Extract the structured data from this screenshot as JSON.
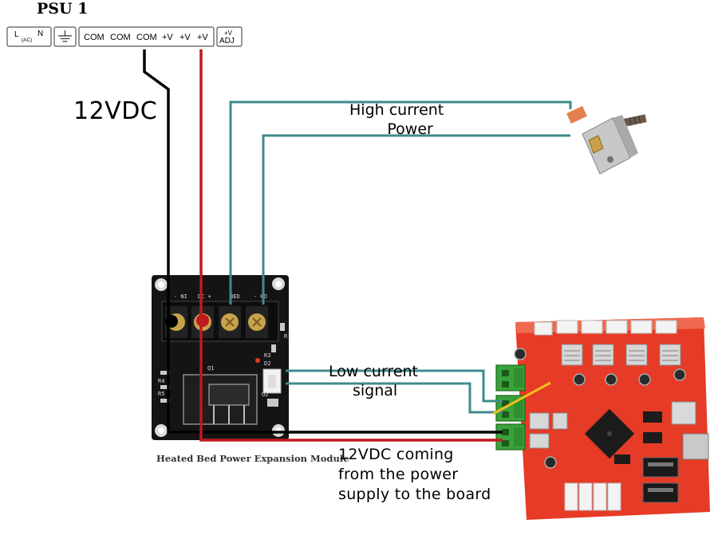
{
  "psu": {
    "title": "PSU 1",
    "terminals": {
      "l": "L",
      "ac": "(AC)",
      "n": "N",
      "com1": "COM",
      "com2": "COM",
      "com3": "COM",
      "v1": "+V",
      "v2": "+V",
      "v3": "+V",
      "adj_top": "+V",
      "adj_bottom": "ADJ"
    }
  },
  "labels": {
    "psu_output": "12VDC",
    "high_current_line1": "High current",
    "high_current_line2": "Power",
    "low_current_line1": "Low current",
    "low_current_line2": "signal",
    "supply_line1": "12VDC coming",
    "supply_line2": "from the power",
    "supply_line3": "supply to the board",
    "module_caption": "Heated Bed Power Expansion Module"
  },
  "colors": {
    "wire_black": "#000000",
    "wire_red": "#c0191e",
    "wire_teal": "#3f8b8c",
    "wire_yellow": "#f3c01b",
    "module_pcb": "#141414",
    "terminal_brass": "#c9a24c",
    "board_pcb": "#e63b26",
    "connector_green": "#3aa23a"
  }
}
